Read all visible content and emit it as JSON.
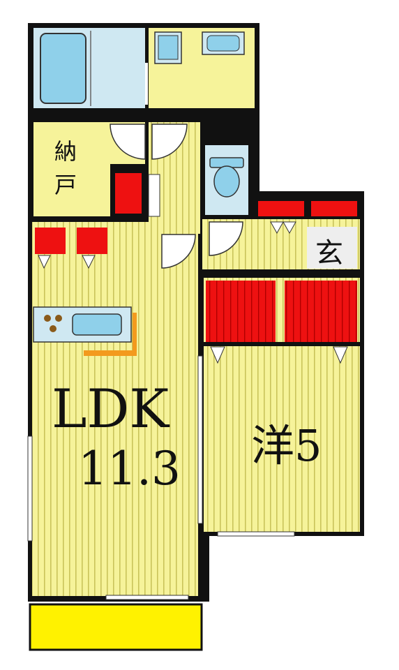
{
  "rooms": {
    "ldk": {
      "name": "LDK",
      "size": "11.3"
    },
    "western": {
      "name": "洋5"
    },
    "storage": {
      "name_line1": "納",
      "name_line2": "戸"
    },
    "entrance": {
      "name": "玄"
    }
  },
  "colors": {
    "floor_yellow": "#f6f39a",
    "floor_stripe": "#c9c35a",
    "wall": "#111111",
    "closet_red": "#ee1111",
    "wet_area_blue": "#cfe8f2",
    "fixture_blue": "#8fd0ea",
    "balcony_yellow": "#fff200",
    "counter_orange": "#f39a1e"
  },
  "icons": [
    "bathtub-icon",
    "washbasin-icon",
    "toilet-icon",
    "stove-icon",
    "sink-icon",
    "door-swing-icon"
  ]
}
